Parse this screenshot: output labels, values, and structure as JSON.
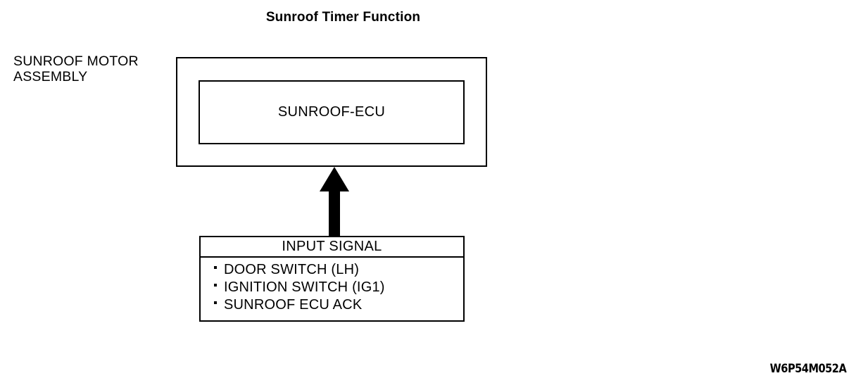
{
  "diagram": {
    "title": "Sunroof Timer Function",
    "reference_code": "W6P54M052A",
    "assembly_label": {
      "line1": "SUNROOF MOTOR",
      "line2": "ASSEMBLY"
    },
    "ecu_box": {
      "label": "SUNROOF-ECU"
    },
    "input_signal_box": {
      "header": "INPUT SIGNAL",
      "items": [
        "DOOR SWITCH (LH)",
        "IGNITION SWITCH (IG1)",
        "SUNROOF ECU ACK"
      ]
    },
    "arrow": {
      "direction": "up",
      "color": "#000000"
    },
    "colors": {
      "background": "#ffffff",
      "stroke": "#000000",
      "text": "#000000"
    }
  }
}
